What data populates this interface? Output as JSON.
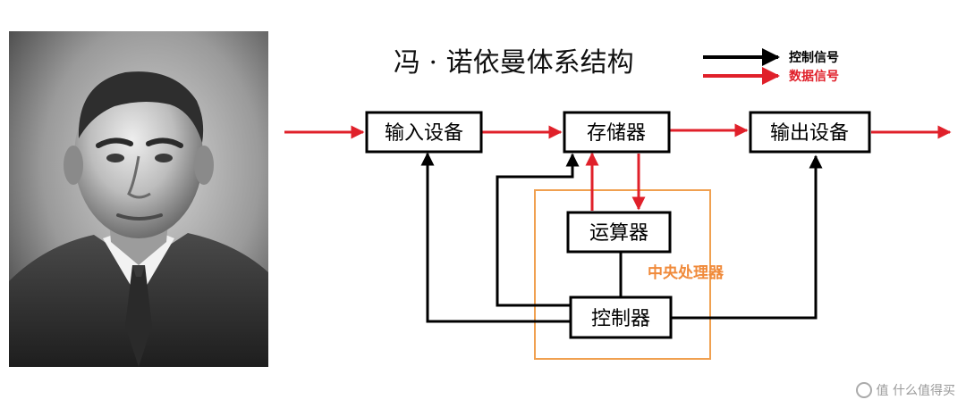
{
  "title": "冯 · 诺依曼体系结构",
  "legend": {
    "control": "控制信号",
    "data": "数据信号"
  },
  "boxes": {
    "input": "输入设备",
    "memory": "存储器",
    "output": "输出设备",
    "alu": "运算器",
    "controller": "控制器"
  },
  "cpu_label": "中央处理器",
  "colors": {
    "control": "#000000",
    "data": "#e0202a",
    "cpu_border": "#f0a050",
    "cpu_label": "#f08a3a"
  },
  "watermark": "值 什么值得买"
}
